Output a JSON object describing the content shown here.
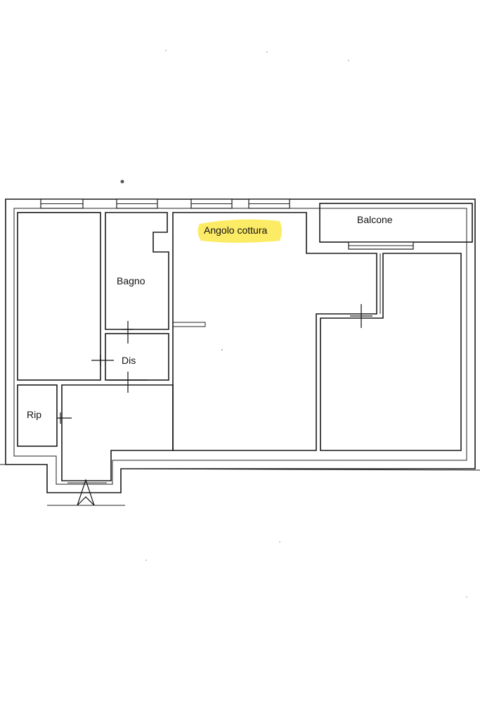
{
  "rooms": {
    "kitchen_corner": "Angolo cottura",
    "balcony": "Balcone",
    "bathroom": "Bagno",
    "closet": "Dis",
    "storage": "Rip"
  },
  "colors": {
    "walls": "#1a1a1a",
    "highlight": "#fbe84a",
    "background": "#ffffff"
  }
}
